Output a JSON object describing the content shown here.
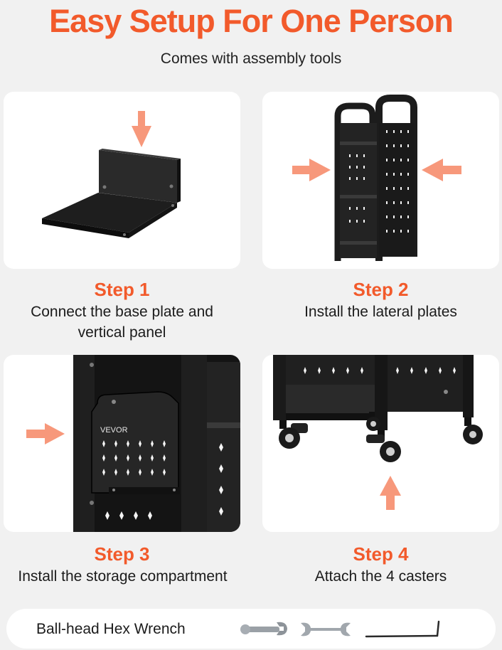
{
  "header": {
    "title": "Easy Setup For One Person",
    "subtitle": "Comes with assembly tools"
  },
  "colors": {
    "accent": "#f25a2b",
    "arrow": "#f7987b",
    "metal": "#1c1c1c",
    "background": "#f1f1f1",
    "card": "#ffffff"
  },
  "steps": [
    {
      "label": "Step 1",
      "desc_line1": "Connect the base plate and",
      "desc_line2": "vertical panel"
    },
    {
      "label": "Step 2",
      "desc_line1": "Install the lateral plates",
      "desc_line2": ""
    },
    {
      "label": "Step 3",
      "desc_line1": "Install the storage compartment",
      "desc_line2": ""
    },
    {
      "label": "Step 4",
      "desc_line1": "Attach the 4 casters",
      "desc_line2": ""
    }
  ],
  "product": {
    "brand_mark": "VEVOR"
  },
  "tools": {
    "label": "Ball-head Hex Wrench",
    "icons": [
      "wrench-icon",
      "wrench-icon",
      "hex-key-icon"
    ]
  }
}
